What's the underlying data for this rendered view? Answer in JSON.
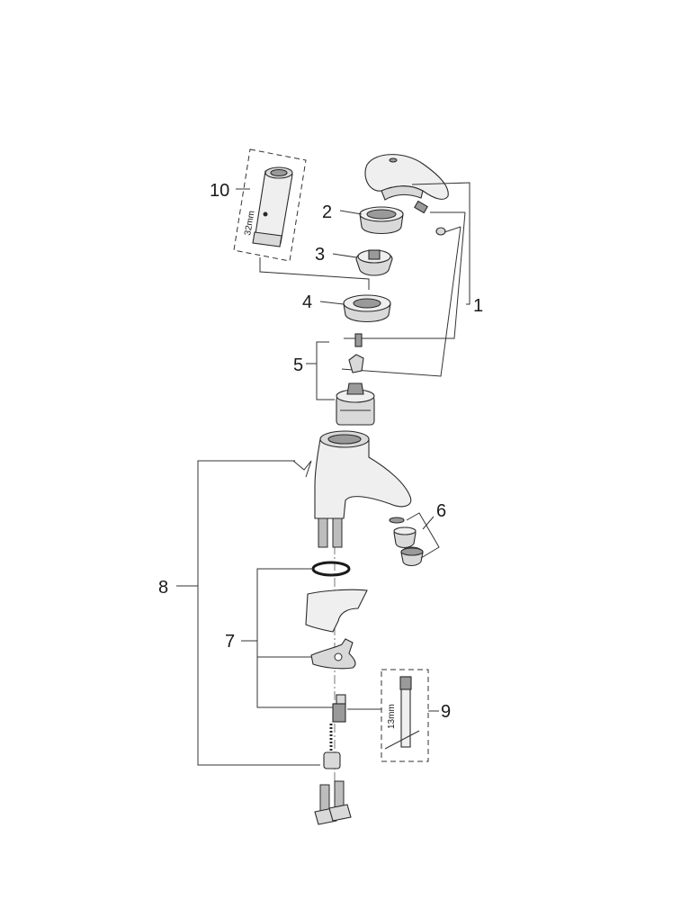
{
  "callouts": [
    {
      "id": "1",
      "label": "1"
    },
    {
      "id": "2",
      "label": "2"
    },
    {
      "id": "3",
      "label": "3"
    },
    {
      "id": "4",
      "label": "4"
    },
    {
      "id": "5",
      "label": "5"
    },
    {
      "id": "6",
      "label": "6"
    },
    {
      "id": "7",
      "label": "7"
    },
    {
      "id": "8",
      "label": "8"
    },
    {
      "id": "9",
      "label": "9"
    },
    {
      "id": "10",
      "label": "10"
    }
  ],
  "tool_labels": {
    "wrench_size": "32mm",
    "key_size": "13mm"
  }
}
